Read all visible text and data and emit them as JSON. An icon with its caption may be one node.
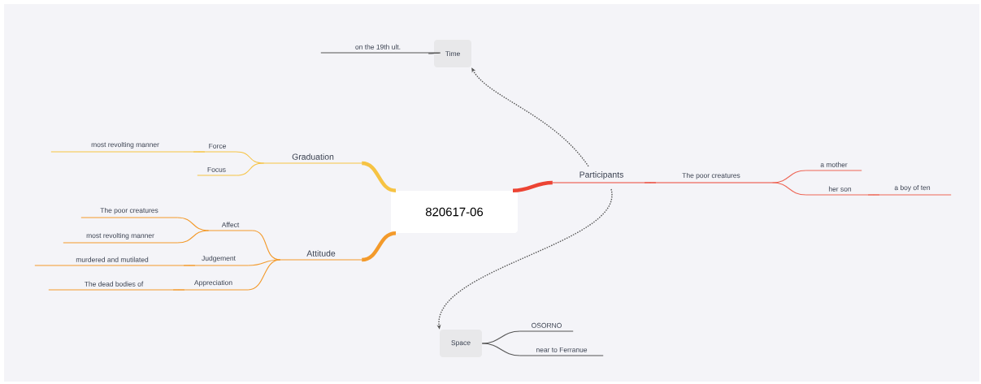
{
  "diagram": {
    "nodes": [
      {
        "text": [
          "820617-06"
        ]
      },
      {
        "text": [
          "Graduation"
        ]
      },
      {
        "text": [
          "Force"
        ]
      },
      {
        "text": [
          "most revolting manner"
        ]
      },
      {
        "text": [
          "Focus"
        ]
      },
      {
        "text": [
          "Attitude"
        ]
      },
      {
        "text": [
          "Affect"
        ]
      },
      {
        "text": [
          "The poor creatures"
        ]
      },
      {
        "text": [
          "most revolting manner"
        ]
      },
      {
        "text": [
          "Judgement"
        ]
      },
      {
        "text": [
          "murdered and mutilated"
        ]
      },
      {
        "text": [
          "Appreciation"
        ]
      },
      {
        "text": [
          "The dead bodies of"
        ]
      },
      {
        "text": [
          "Participants"
        ]
      },
      {
        "text": [
          "The poor creatures"
        ]
      },
      {
        "text": [
          "a mother"
        ]
      },
      {
        "text": [
          "her son"
        ]
      },
      {
        "text": [
          "a boy of ten"
        ]
      },
      {
        "text": [
          "Time"
        ]
      },
      {
        "text": [
          "on the 19th ult."
        ]
      },
      {
        "text": [
          "Space"
        ]
      },
      {
        "text": [
          "OSORNO"
        ]
      },
      {
        "text": [
          "near to Ferranue"
        ]
      }
    ],
    "edges": [
      {
        "from": 0,
        "to": 1,
        "arrow": "none",
        "style": "thick",
        "color": "#f6c343"
      },
      {
        "from": 1,
        "to": 2,
        "arrow": "none",
        "color": "#f6c343"
      },
      {
        "from": 2,
        "to": 3,
        "arrow": "none",
        "color": "#f6c343"
      },
      {
        "from": 1,
        "to": 4,
        "arrow": "none",
        "color": "#f6c343"
      },
      {
        "from": 0,
        "to": 5,
        "arrow": "none",
        "style": "thick",
        "color": "#f39a2b"
      },
      {
        "from": 5,
        "to": 6,
        "arrow": "none",
        "color": "#f39a2b"
      },
      {
        "from": 6,
        "to": 7,
        "arrow": "none",
        "color": "#f39a2b"
      },
      {
        "from": 6,
        "to": 8,
        "arrow": "none",
        "color": "#f39a2b"
      },
      {
        "from": 5,
        "to": 9,
        "arrow": "none",
        "color": "#f39a2b"
      },
      {
        "from": 9,
        "to": 10,
        "arrow": "none",
        "color": "#f39a2b"
      },
      {
        "from": 5,
        "to": 11,
        "arrow": "none",
        "color": "#f39a2b"
      },
      {
        "from": 11,
        "to": 12,
        "arrow": "none",
        "color": "#f39a2b"
      },
      {
        "from": 0,
        "to": 13,
        "arrow": "none",
        "style": "thick",
        "color": "#ec4434"
      },
      {
        "from": 13,
        "to": 14,
        "arrow": "none",
        "color": "#ec4434"
      },
      {
        "from": 14,
        "to": 15,
        "arrow": "none",
        "color": "#ee6656"
      },
      {
        "from": 14,
        "to": 16,
        "arrow": "none",
        "color": "#ee6656"
      },
      {
        "from": 16,
        "to": 17,
        "arrow": "none",
        "color": "#ee6656"
      },
      {
        "from": 18,
        "to": 19,
        "arrow": "none",
        "color": "#555555"
      },
      {
        "from": 20,
        "to": 21,
        "arrow": "none",
        "color": "#555555"
      },
      {
        "from": 20,
        "to": 22,
        "arrow": "none",
        "color": "#555555"
      },
      {
        "from": 13,
        "to": 18,
        "arrow": "to",
        "style": "dashed",
        "color": "#555555"
      },
      {
        "from": 13,
        "to": 20,
        "arrow": "to",
        "style": "dashed",
        "color": "#555555"
      }
    ]
  }
}
